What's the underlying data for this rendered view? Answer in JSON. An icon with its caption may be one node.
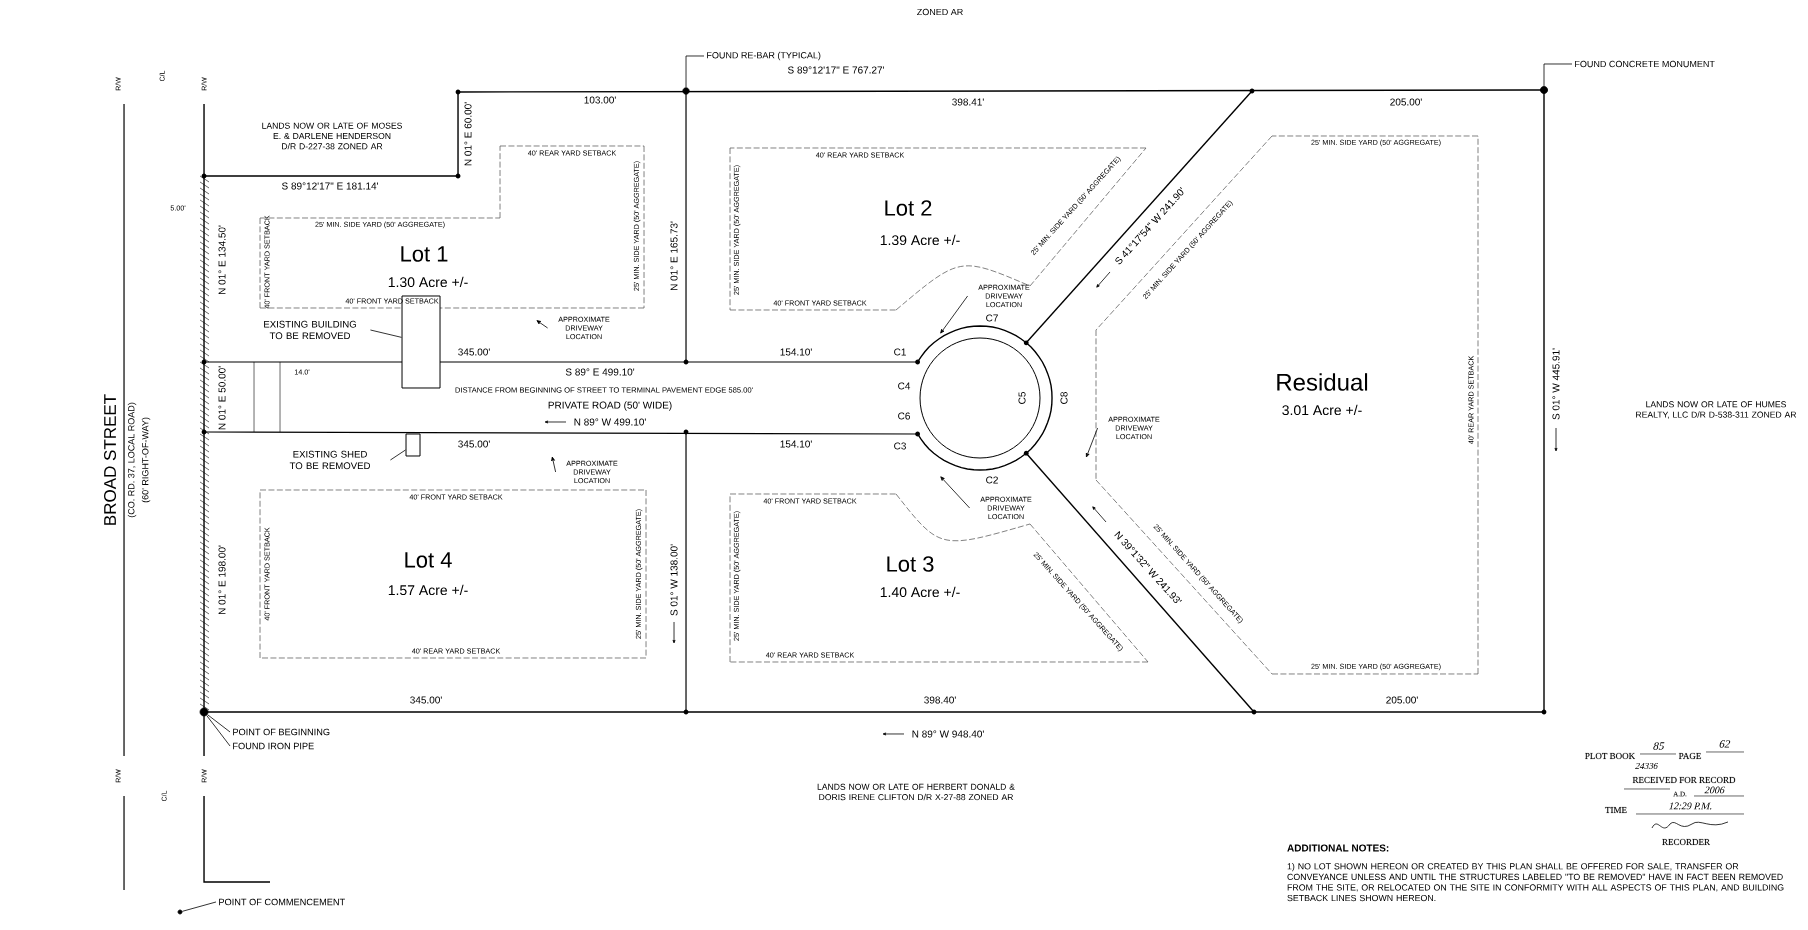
{
  "diagram": {
    "nodes": [
      {
        "text": [
          "FOUND RE-BAR (TYPICAL)"
        ]
      },
      {
        "text": [],
        "shape": "circle"
      },
      {
        "text": [
          "FOUND CONCRETE MONUMENT"
        ]
      },
      {
        "text": [],
        "shape": "circle"
      },
      {
        "text": [
          "EXISTING BUILDING TO BE REMOVED"
        ]
      },
      {
        "text": [],
        "shape": "box"
      },
      {
        "text": [
          "EXISTING SHED TO BE REMOVED"
        ]
      },
      {
        "text": [],
        "shape": "box"
      },
      {
        "text": [
          "POINT OF BEGINNING"
        ]
      },
      {
        "text": [
          "FOUND IRON PIPE"
        ]
      },
      {
        "text": [],
        "shape": "circle"
      },
      {
        "text": [
          "POINT OF COMMENCEMENT"
        ]
      },
      {
        "text": [],
        "shape": "circle"
      },
      {
        "text": [
          "APPROXIMATE DRIVEWAY LOCATION"
        ]
      },
      {
        "text": [
          "APPROXIMATE DRIVEWAY LOCATION"
        ]
      },
      {
        "text": [
          "APPROXIMATE DRIVEWAY LOCATION"
        ]
      },
      {
        "text": [
          "APPROXIMATE DRIVEWAY LOCATION"
        ]
      },
      {
        "text": [
          "APPROXIMATE DRIVEWAY LOCATION"
        ]
      }
    ],
    "edges": [
      {
        "from": 0,
        "to": 1,
        "arrow": "none"
      },
      {
        "from": 2,
        "to": 3,
        "arrow": "none"
      },
      {
        "from": 4,
        "to": 5,
        "arrow": "none"
      },
      {
        "from": 6,
        "to": 7,
        "arrow": "none"
      },
      {
        "from": 8,
        "to": 10,
        "arrow": "none"
      },
      {
        "from": 9,
        "to": 10,
        "arrow": "none"
      },
      {
        "from": 11,
        "to": 12,
        "arrow": "none"
      },
      {
        "from": 13,
        "to": null,
        "arrow": "to"
      },
      {
        "from": 14,
        "to": null,
        "arrow": "to"
      },
      {
        "from": 15,
        "to": null,
        "arrow": "to"
      },
      {
        "from": 16,
        "to": null,
        "arrow": "to"
      },
      {
        "from": 17,
        "to": null,
        "arrow": "to"
      }
    ],
    "labels": [
      "ZONED AR",
      "S 89°12'17\" E 767.27'",
      "103.00'",
      "398.41'",
      "205.00'",
      "LANDS NOW OR LATE OF MOSES E. & DARLENE HENDERSON D/R D-227-38 ZONED AR",
      "N 01° E 60.00'",
      "S 89°12'17\" E 181.14'",
      "N 01° E 134.50'",
      "N 01° E 165.73'",
      "Lot 1",
      "1.30 Acre +/-",
      "Lot 2",
      "1.39 Acre +/-",
      "S 41°17'54\" W 241.90'",
      "Residual",
      "3.01 Acre +/-",
      "S 01° W 445.91'",
      "LANDS NOW OR LATE OF HUMES REALTY, LLC D/R D-538-311 ZONED AR",
      "345.00'",
      "S 89° E 499.10'",
      "154.10'",
      "C1",
      "C7",
      "DISTANCE FROM BEGINNING OF STREET TO TERMINAL PAVEMENT EDGE 585.00'",
      "PRIVATE ROAD (50' WIDE)",
      "C4",
      "C6",
      "C5",
      "C8",
      "N 89° W 499.10'",
      "345.00'",
      "154.10'",
      "C3",
      "C2",
      "N 01° E 50.00'",
      "14.0'",
      "BROAD STREET",
      "(CO. RD. 37, LOCAL ROAD)",
      "(60' RIGHT-OF-WAY)",
      "N 01° E 198.00'",
      "Lot 4",
      "1.57 Acre +/-",
      "S 01° W 138.00'",
      "Lot 3",
      "1.40 Acre +/-",
      "N 39°1'32\" W 241.93'",
      "345.00'",
      "398.40'",
      "205.00'",
      "N 89° W 948.40'",
      "LANDS NOW OR LATE OF HERBERT DONALD & DORIS IRENE CLIFTON D/R X-27-88 ZONED AR",
      "ADDITIONAL NOTES:",
      "1) NO LOT SHOWN HEREON OR CREATED BY THIS PLAN SHALL BE OFFERED FOR SALE, TRANSFER OR CONVEYANCE UNLESS AND UNTIL THE STRUCTURES LABELED \"TO BE REMOVED\" HAVE IN FACT BEEN REMOVED FROM THE SITE, OR RELOCATED ON THE SITE IN CONFORMITY WITH ALL ASPECTS OF THIS PLAN, AND BUILDING SETBACK LINES SHOWN HEREON.",
      "PLOT BOOK",
      "85",
      "PAGE",
      "62",
      "24336",
      "RECEIVED FOR RECORD",
      "A.D.",
      "2006",
      "TIME",
      "12:29 P.M.",
      "RECORDER",
      "R/W",
      "C/L",
      "R/W",
      "R/W",
      "C/L",
      "R/W",
      "5.00'",
      "40' REAR YARD SETBACK",
      "25' MIN. SIDE YARD (50' AGGREGATE)",
      "40' FRONT YARD SETBACK",
      "40' FRONT YARD SETBACK",
      "25' MIN. SIDE YARD (50' AGGREGATE)",
      "40' REAR YARD SETBACK",
      "25' MIN. SIDE YARD (50' AGGREGATE)",
      "40' FRONT YARD SETBACK",
      "25' MIN. SIDE YARD (50' AGGREGATE)",
      "25' MIN. SIDE YARD (50' AGGREGATE)",
      "25' MIN. SIDE YARD (50' AGGREGATE)",
      "40' REAR YARD SETBACK",
      "25' MIN. SIDE YARD (50' AGGREGATE)",
      "25' MIN. SIDE YARD (50' AGGREGATE)",
      "40' FRONT YARD SETBACK",
      "40' REAR YARD SETBACK",
      "40' FRONT YARD SETBACK",
      "25' MIN. SIDE YARD (50' AGGREGATE)",
      "40' FRONT YARD SETBACK",
      "40' REAR YARD SETBACK",
      "25' MIN. SIDE YARD (50' AGGREGATE)",
      "25' MIN. SIDE YARD (50' AGGREGATE)"
    ]
  }
}
